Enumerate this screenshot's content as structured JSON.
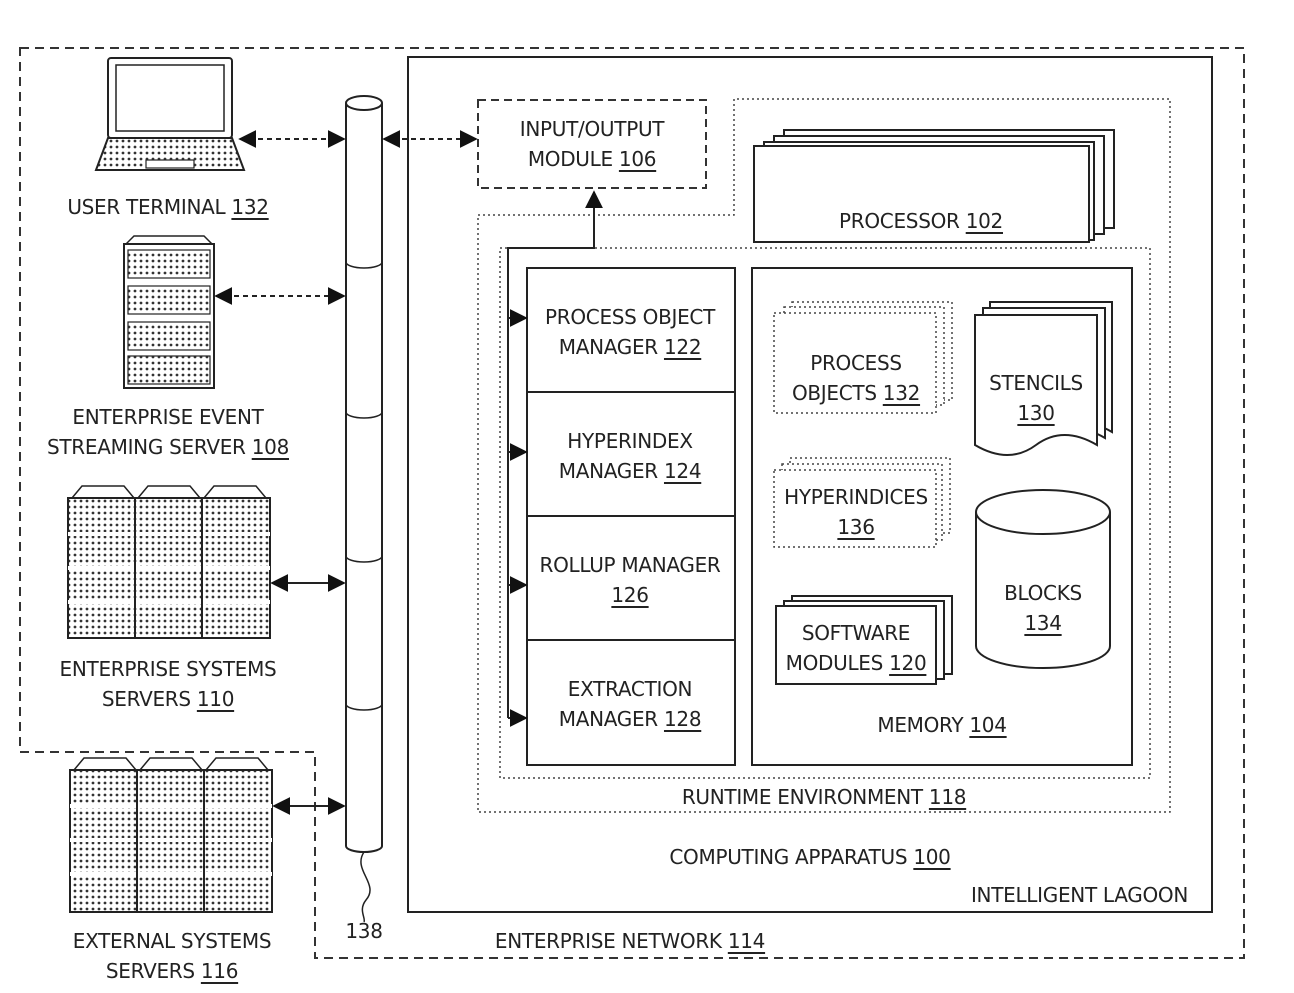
{
  "labels": {
    "user_terminal": {
      "text": "USER TERMINAL",
      "num": "132"
    },
    "event_server": {
      "line1": "ENTERPRISE EVENT",
      "line2": "STREAMING SERVER",
      "num": "108"
    },
    "systems_servers": {
      "line1": "ENTERPRISE SYSTEMS",
      "line2": "SERVERS",
      "num": "110"
    },
    "external_servers": {
      "line1": "EXTERNAL SYSTEMS",
      "line2": "SERVERS",
      "num": "116"
    },
    "bus": {
      "num": "138"
    },
    "io_module": {
      "line1": "INPUT/OUTPUT",
      "line2": "MODULE",
      "num": "106"
    },
    "processor": {
      "text": "PROCESSOR",
      "num": "102"
    },
    "process_object_manager": {
      "line1": "PROCESS OBJECT",
      "line2": "MANAGER",
      "num": "122"
    },
    "hyperindex_manager": {
      "line1": "HYPERINDEX",
      "line2": "MANAGER",
      "num": "124"
    },
    "rollup_manager": {
      "line1": "ROLLUP MANAGER",
      "num": "126"
    },
    "extraction_manager": {
      "line1": "EXTRACTION",
      "line2": "MANAGER",
      "num": "128"
    },
    "process_objects": {
      "line1": "PROCESS",
      "line2": "OBJECTS",
      "num": "132"
    },
    "stencils": {
      "line1": "STENCILS",
      "num": "130"
    },
    "hyperindices": {
      "line1": "HYPERINDICES",
      "num": "136"
    },
    "blocks": {
      "line1": "BLOCKS",
      "num": "134"
    },
    "software_modules": {
      "line1": "SOFTWARE",
      "line2": "MODULES",
      "num": "120"
    },
    "memory": {
      "text": "MEMORY",
      "num": "104"
    },
    "runtime": {
      "text": "RUNTIME ENVIRONMENT",
      "num": "118"
    },
    "computing": {
      "text": "COMPUTING APPARATUS",
      "num": "100"
    },
    "lagoon": {
      "text": "INTELLIGENT LAGOON"
    },
    "enterprise_network": {
      "text": "ENTERPRISE NETWORK",
      "num": "114"
    }
  }
}
